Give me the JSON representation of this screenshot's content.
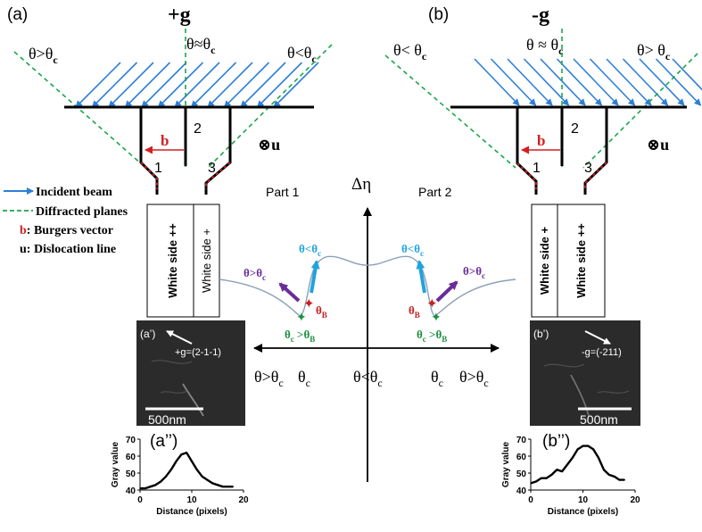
{
  "colors": {
    "incident_beam": "#2e7fd6",
    "diffracted_plane": "#1aa64a",
    "burgers": "#d31f1f",
    "theta_cyan": "#21a3dc",
    "theta_purple": "#6a2c9a",
    "theta_green": "#1e8f3e",
    "theta_red": "#c81e1e",
    "curve": "#8aa0b6"
  },
  "panel_a": {
    "label": "(a)",
    "g_label": "+g",
    "theta_left": {
      "t": "θ>θ",
      "sub": "c"
    },
    "theta_mid": {
      "t": "θ≈θ",
      "sub": "c"
    },
    "theta_right": {
      "t": "θ<θ",
      "sub": "c"
    },
    "b_label": "b",
    "num1": "1",
    "num2": "2",
    "num3": "3",
    "u_label": "⊗u",
    "side_left": "White side ++",
    "side_right": "White side +",
    "micro_label": "(a’)",
    "micro_g": "+g=(2-1-1)",
    "scale": "500nm",
    "plot_label": "(a’’)"
  },
  "panel_b": {
    "label": "(b)",
    "g_label": "-g",
    "theta_left": {
      "t": "θ< θ",
      "sub": "c"
    },
    "theta_mid": {
      "t": "θ ≈ θ",
      "sub": "c"
    },
    "theta_right": {
      "t": "θ> θ",
      "sub": "c"
    },
    "b_label": "b",
    "num1": "1",
    "num2": "2",
    "num3": "3",
    "u_label": "⊗u",
    "side_left": "White side +",
    "side_right": "White side ++",
    "micro_label": "(b’)",
    "micro_g": "-g=(-211)",
    "scale": "500nm",
    "plot_label": "(b’’)"
  },
  "legend": {
    "incident": "Incident beam",
    "diffracted": "Diffracted planes",
    "burgers_key": "b",
    "burgers_text": ": Burgers vector",
    "disl_key": "u",
    "disl_text": ": Dislocation line"
  },
  "center": {
    "part1": "Part 1",
    "part2": "Part 2",
    "axis_y": "Δη",
    "lt_left": {
      "t": "θ<θ",
      "sub": "c"
    },
    "lt_right": {
      "t": "θ<θ",
      "sub": "c"
    },
    "gt_left": {
      "t": "θ>θ",
      "sub": "c"
    },
    "gt_right": {
      "t": "θ>θ",
      "sub": "c"
    },
    "thB_left": {
      "t": "θ",
      "sub": "B"
    },
    "thB_right": {
      "t": "θ",
      "sub": "B"
    },
    "tcB_left": {
      "t": "θ",
      "sub": "c",
      "t2": " >θ",
      "sub2": "B"
    },
    "tcB_right": {
      "t": "θ",
      "sub": "c",
      "t2": " >θ",
      "sub2": "B"
    },
    "axis_labels": {
      "a_gt": {
        "t": "θ>θ",
        "sub": "c"
      },
      "a_c": {
        "t": "θ",
        "sub": "c"
      },
      "mid": {
        "t": "θ<θ",
        "sub": "c"
      },
      "b_c": {
        "t": "θ",
        "sub": "c"
      },
      "b_gt": {
        "t": "θ>θ",
        "sub": "c"
      }
    }
  },
  "chart_data": [
    {
      "type": "line",
      "title": "(a’’)",
      "xlabel": "Distance (pixels)",
      "ylabel": "Gray value",
      "xlim": [
        0,
        20
      ],
      "ylim": [
        40,
        70
      ],
      "xticks": [
        "0",
        "10",
        "20"
      ],
      "yticks": [
        "40",
        "50",
        "60",
        "70"
      ],
      "x": [
        0,
        1,
        2,
        3,
        4,
        5,
        6,
        7,
        8,
        9,
        10,
        11,
        12,
        13,
        14,
        15,
        16,
        17,
        18
      ],
      "y": [
        41,
        41,
        42,
        43,
        45,
        48,
        52,
        57,
        61,
        62,
        57,
        52,
        48,
        46,
        44,
        43,
        42,
        42,
        42
      ]
    },
    {
      "type": "line",
      "title": "(b’’)",
      "xlabel": "Distance (pixels)",
      "ylabel": "Gray value",
      "xlim": [
        0,
        20
      ],
      "ylim": [
        40,
        70
      ],
      "xticks": [
        "0",
        "10",
        "20"
      ],
      "yticks": [
        "40",
        "50",
        "60",
        "70"
      ],
      "x": [
        0,
        1,
        2,
        3,
        4,
        5,
        6,
        7,
        8,
        9,
        10,
        11,
        12,
        13,
        14,
        15,
        16,
        17,
        18
      ],
      "y": [
        44,
        45,
        47,
        47,
        49,
        52,
        51,
        55,
        59,
        64,
        66,
        66,
        64,
        59,
        52,
        49,
        48,
        46,
        46
      ]
    }
  ]
}
